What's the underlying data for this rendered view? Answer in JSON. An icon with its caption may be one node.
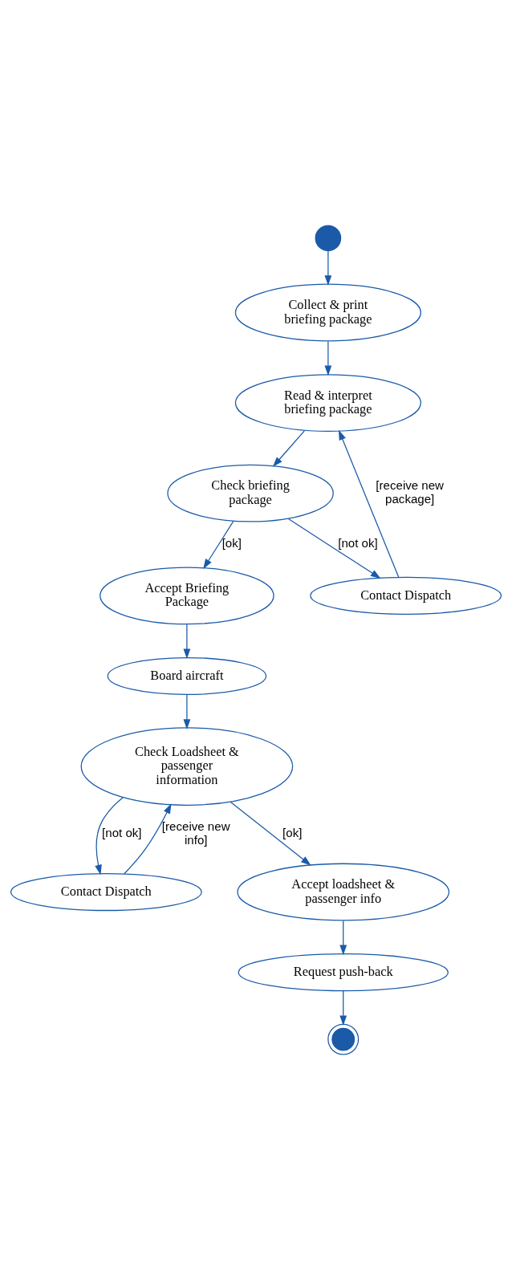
{
  "diagram": {
    "nodes": [
      {
        "text": [],
        "shape": "circle"
      },
      {
        "text": [
          "Collect & print briefing package"
        ]
      },
      {
        "text": [
          "Read & interpret briefing package"
        ]
      },
      {
        "text": [
          "Contact Dispatch"
        ]
      },
      {
        "text": [
          "Check briefing package"
        ]
      },
      {
        "text": [
          "Accept Briefing Package"
        ]
      },
      {
        "text": [
          "Board aircraft"
        ]
      },
      {
        "text": [
          "Contact Dispatch"
        ]
      },
      {
        "text": [
          "Check Loadsheet & passenger information"
        ]
      },
      {
        "text": [
          "Accept loadsheet & passenger info"
        ]
      },
      {
        "text": [
          "Request push-back"
        ]
      },
      {
        "text": [],
        "shape": "bullseye"
      }
    ],
    "edges": [
      {
        "from": 0,
        "to": 1,
        "arrow": "to"
      },
      {
        "from": 1,
        "to": 2,
        "arrow": "to"
      },
      {
        "from": 2,
        "to": 4,
        "arrow": "to"
      },
      {
        "from": 4,
        "to": 3,
        "arrow": "to",
        "label": "[not ok]"
      },
      {
        "from": 3,
        "to": 2,
        "arrow": "to",
        "label": "[receive new package]"
      },
      {
        "from": 4,
        "to": 5,
        "arrow": "to",
        "label": "[ok]"
      },
      {
        "from": 5,
        "to": 6,
        "arrow": "to"
      },
      {
        "from": 6,
        "to": 8,
        "arrow": "to"
      },
      {
        "from": 8,
        "to": 7,
        "arrow": "to",
        "label": "[not ok]"
      },
      {
        "from": 7,
        "to": 8,
        "arrow": "to",
        "label": "[receive new info]"
      },
      {
        "from": 8,
        "to": 9,
        "arrow": "to",
        "label": "[ok]"
      },
      {
        "from": 9,
        "to": 10,
        "arrow": "to"
      },
      {
        "from": 10,
        "to": 11,
        "arrow": "to"
      }
    ]
  }
}
